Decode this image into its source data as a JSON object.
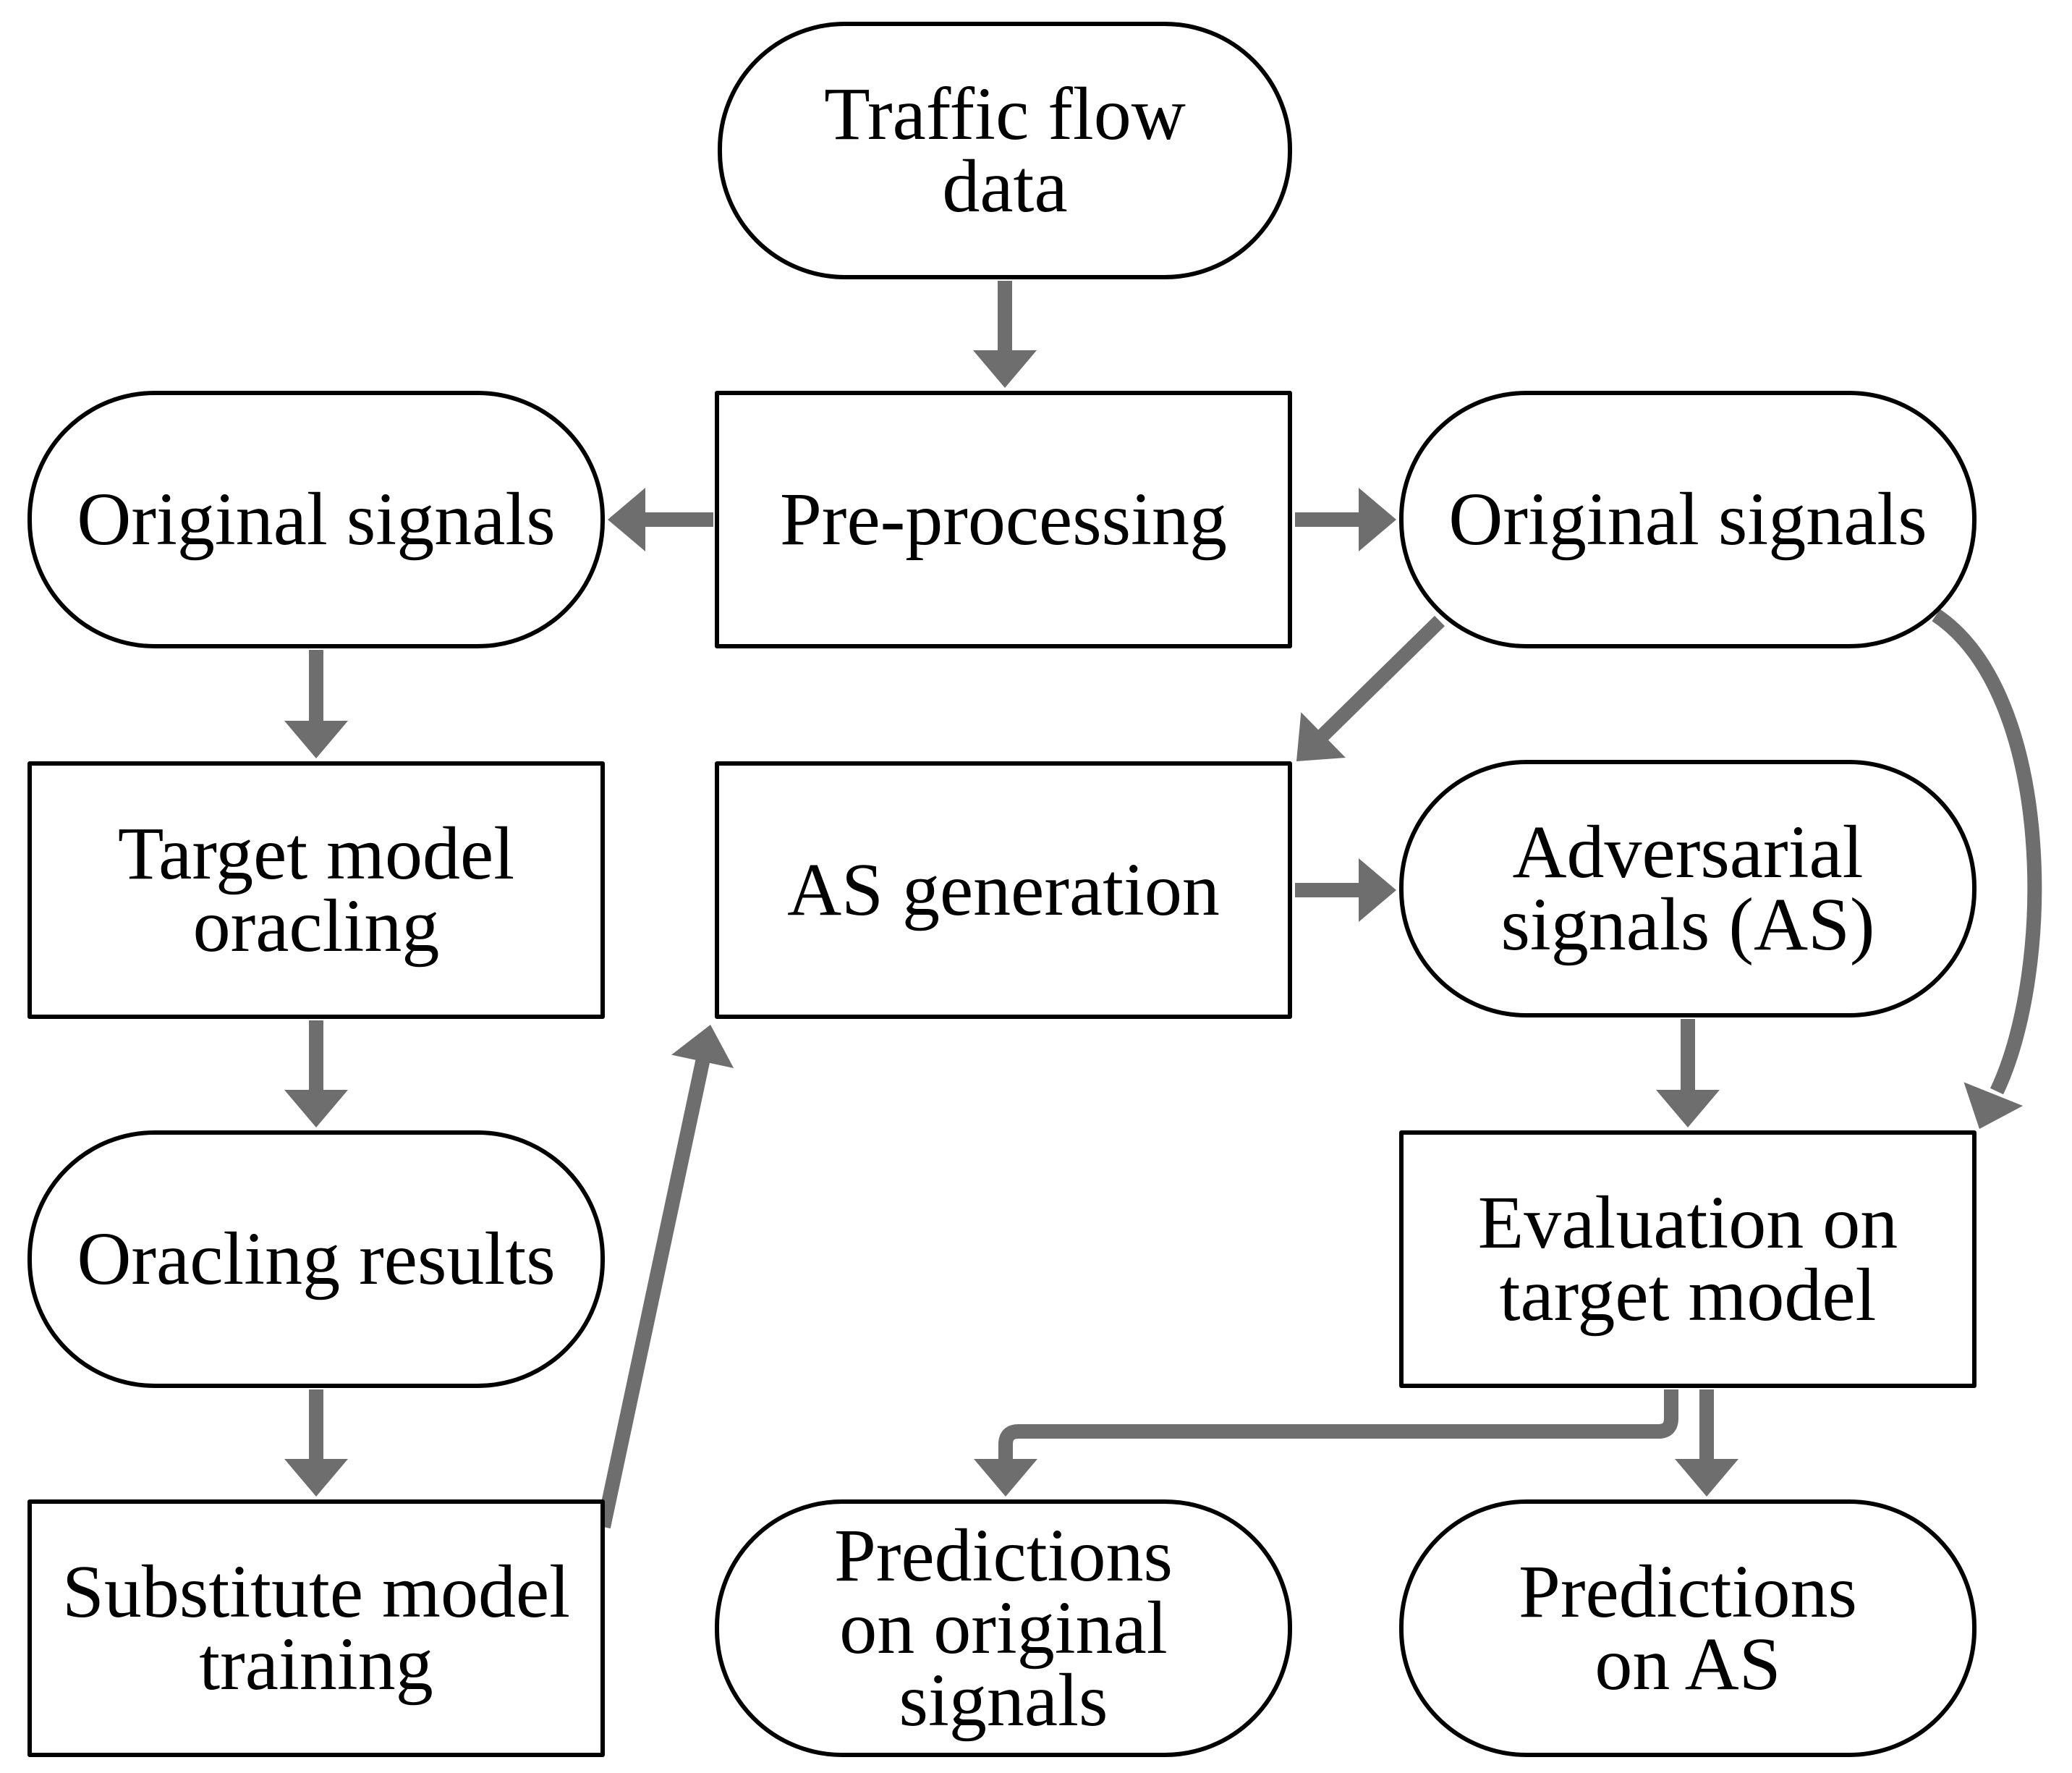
{
  "colors": {
    "arrow": "#6e6e6e",
    "border": "#000000",
    "background": "#ffffff",
    "text": "#000000"
  },
  "nodes": {
    "traffic_flow_data": [
      "Traffic flow",
      "data"
    ],
    "pre_processing": [
      "Pre-processing"
    ],
    "original_signals_left": [
      "Original signals"
    ],
    "original_signals_right": [
      "Original signals"
    ],
    "target_model_oracling": [
      "Target model",
      "oracling"
    ],
    "as_generation": [
      "AS generation"
    ],
    "adversarial_signals": [
      "Adversarial",
      "signals (AS)"
    ],
    "oracling_results": [
      "Oracling results"
    ],
    "evaluation_on_target_model": [
      "Evaluation on",
      "target model"
    ],
    "substitute_model_training": [
      "Substitute model",
      "training"
    ],
    "predictions_on_original_signals": [
      "Predictions",
      "on original",
      "signals"
    ],
    "predictions_on_as": [
      "Predictions",
      "on AS"
    ]
  }
}
